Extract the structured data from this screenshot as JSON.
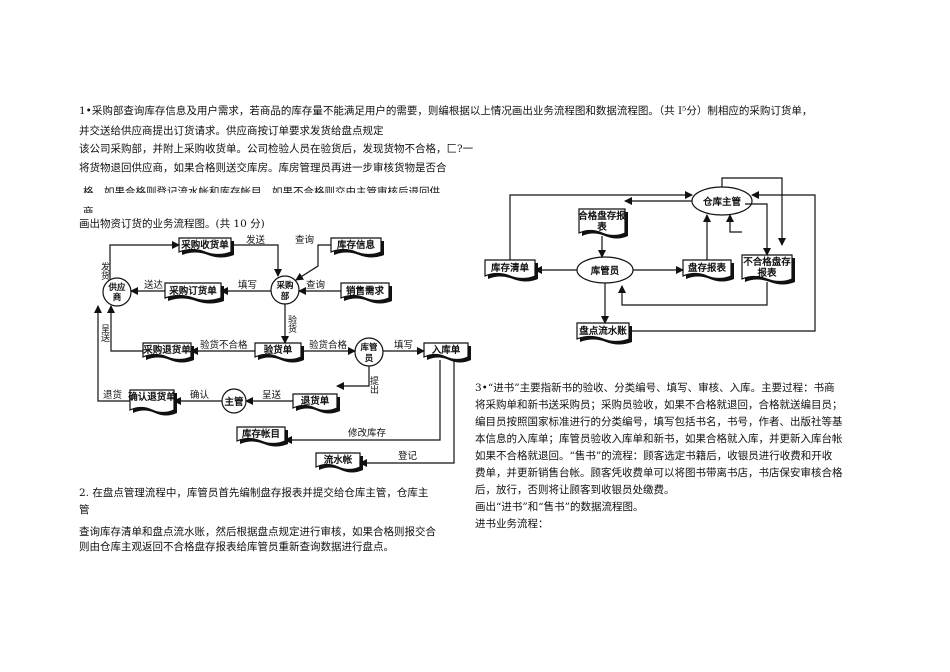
{
  "q1": {
    "line1": "1•采购部查询库存信息及用户需求，若商品的库存量不能满足用户的需要，则编根据以上情况画出业务流程图和数据流程图。（共 I⁵分）制相应的采购订货单，",
    "line2": "并交送给供应商提出订货请求。供应商按订单要求发货给盘点规定",
    "line3": "该公司采购部，并附上采购收货单。公司检验人员在验货后，发现货物不合格，匚?一",
    "line4": "将货物退回供应商，如果合格则送交库房。库房管理员再进一步审核货物是否合",
    "line5": "格，如果合格则登记流水帐和库存帐目，如果不合格则交由主管审核后退回供",
    "line6": "商",
    "prompt": "画出物资订货的业务流程图。(共 10 分)"
  },
  "fig1": {
    "nodes": {
      "supplier": "供应商",
      "purchase_dept": "采购部",
      "pipe_yuan": "库管员",
      "supervisor": "主管",
      "receipt": "采购收货单",
      "inventory_info": "库存信息",
      "order": "采购订货单",
      "sales_demand": "销售需求",
      "return_order": "采购退货单",
      "inspection": "验货单",
      "inbound": "入库单",
      "return_slip": "退货单",
      "confirm_return": "确认退货单",
      "stock_ledger": "库存帐目",
      "flow_ledger": "流水帐"
    },
    "labels": {
      "ship": "发货",
      "send": "发送",
      "query1": "查询",
      "deliver": "送达",
      "fill1": "填写",
      "query2": "查询",
      "inspect": "验货",
      "submit1": "呈送",
      "fail": "验货不合格",
      "pass": "验货合格",
      "fill2": "填写",
      "propose": "提出",
      "return_goods": "退货",
      "confirm": "确认",
      "submit2": "呈送",
      "modify": "修改库存",
      "register": "登记"
    }
  },
  "q2": {
    "line1": "2. 在盘点管理流程中，库管员首先编制盘存报表并提交给仓库主管，仓库主",
    "line2": "管",
    "line3": "查询库存清单和盘点流水账，然后根据盘点规定进行审核，如果合格则报交合",
    "line4": "则由仓库主观返回不合格盘存报表给库管员重新查询数据进行盘点。"
  },
  "fig2": {
    "nodes": {
      "warehouse_supervisor": "仓库主管",
      "qualified_report": [
        "合格盘存报",
        "表"
      ],
      "stock_list": "库存清单",
      "pipe_yuan": "库管员",
      "inventory_report": "盘存报表",
      "unqualified_report": [
        "不合格盘存",
        "报表"
      ],
      "flow_account": "盘点流水账"
    }
  },
  "q3": {
    "line1": "3•“进书”主要指新书的验收、分类编号、填写、审核、入库。主要过程：书商",
    "line2": "将采购单和新书送采购员；采购员验收，如果不合格就退回，合格就送编目员；",
    "line3": "编目员按照国家标准进行的分类编号，填写包括书名，书号，作者、出版社等基",
    "line4": "本信息的入库单；库管员验收入库单和新书，如果合格就入库，并更新入库台帐",
    "line5": "如果不合格就退回。“售书”的流程：顾客选定书籍后，收银员进行收费和开收",
    "line6": "费单，并更新销售台帐。顾客凭收费单可以将图书带离书店，书店保安审核合格",
    "line7": "后，放行，否则将让顾客到收银员处缴费。",
    "line8": "画出“进书”和“售书”的数据流程图。",
    "line9": "进书业务流程："
  }
}
